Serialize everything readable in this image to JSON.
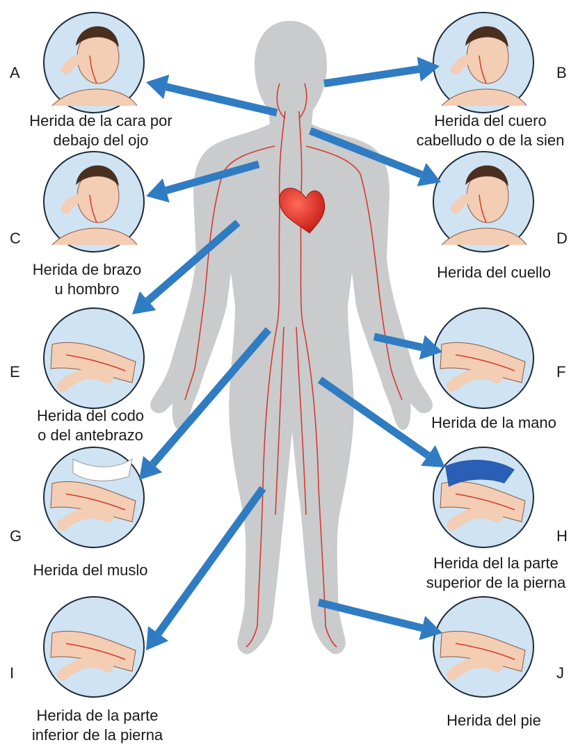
{
  "colors": {
    "silhouette": "#c9cbcd",
    "vessel": "#d63a2c",
    "heart": "#e02a22",
    "arrow": "#2f7cc2",
    "circle_fill": "#cfe3f3",
    "circle_stroke": "#1d2a3a",
    "skin": "#f3cdb4",
    "hair": "#4a2f1f"
  },
  "panels": [
    {
      "id": "A",
      "letter": "A",
      "caption": [
        "Herida de la cara por",
        "debajo del ojo"
      ],
      "illustration": "face-pressure-below-eye"
    },
    {
      "id": "B",
      "letter": "B",
      "caption": [
        "Herida del cuero",
        "cabelludo o de la sien"
      ],
      "illustration": "temple-pressure"
    },
    {
      "id": "C",
      "letter": "C",
      "caption": [
        "Herida de brazo",
        "u hombro"
      ],
      "illustration": "shoulder-pressure"
    },
    {
      "id": "D",
      "letter": "D",
      "caption": [
        "Herida del cuello"
      ],
      "illustration": "neck-pressure"
    },
    {
      "id": "E",
      "letter": "E",
      "caption": [
        "Herida del codo",
        "o del antebrazo"
      ],
      "illustration": "elbow-pressure"
    },
    {
      "id": "F",
      "letter": "F",
      "caption": [
        "Herida de la mano"
      ],
      "illustration": "wrist-pressure"
    },
    {
      "id": "G",
      "letter": "G",
      "caption": [
        "Herida del muslo"
      ],
      "illustration": "thigh-pressure"
    },
    {
      "id": "H",
      "letter": "H",
      "caption": [
        "Herida del la parte",
        "superior de la pierna"
      ],
      "illustration": "upper-leg-pressure"
    },
    {
      "id": "I",
      "letter": "I",
      "caption": [
        "Herida de la parte",
        "inferior de la pierna"
      ],
      "illustration": "lower-leg-pressure"
    },
    {
      "id": "J",
      "letter": "J",
      "caption": [
        "Herida del pie"
      ],
      "illustration": "foot-pressure"
    }
  ]
}
